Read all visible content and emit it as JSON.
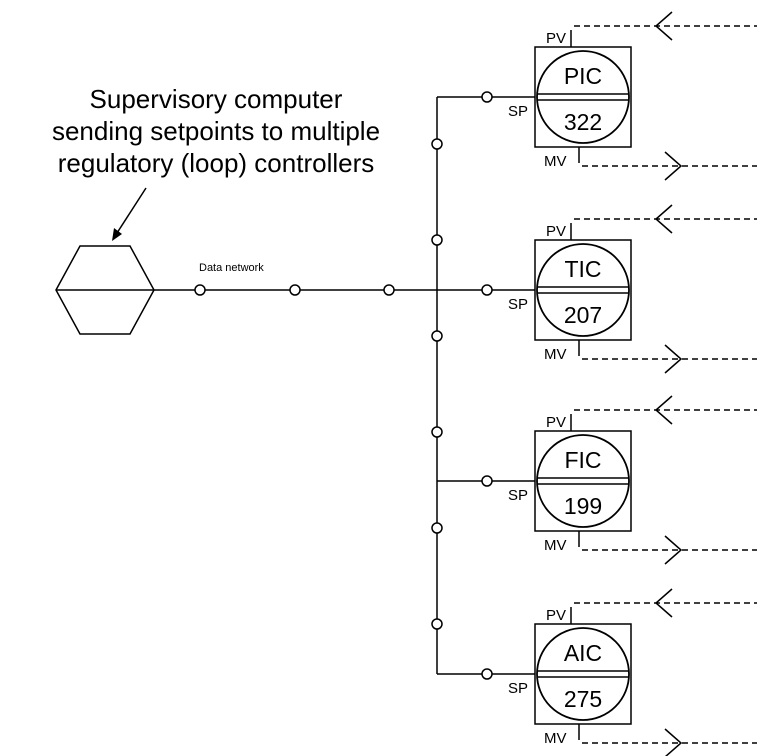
{
  "caption": {
    "lines": [
      "Supervisory computer",
      "sending setpoints to multiple",
      "regulatory (loop) controllers"
    ]
  },
  "network_label": "Data network",
  "signal_labels": {
    "pv": "PV",
    "sp": "SP",
    "mv": "MV"
  },
  "controllers": [
    {
      "function": "PIC",
      "number": "322"
    },
    {
      "function": "TIC",
      "number": "207"
    },
    {
      "function": "FIC",
      "number": "199"
    },
    {
      "function": "AIC",
      "number": "275"
    }
  ]
}
